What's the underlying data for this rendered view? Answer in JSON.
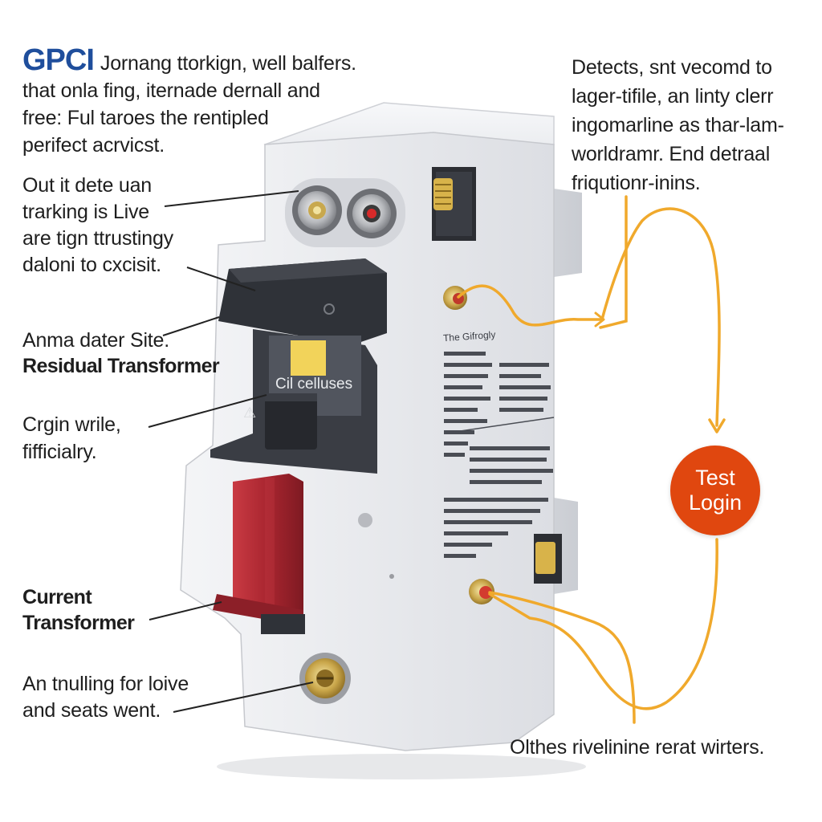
{
  "title": "GPCI",
  "intro_lines": [
    "Jornang ttorkign, well balfers.",
    "that onla fing, iternade dernall and",
    "free: Ful taroes the rentipled",
    "perifect acrvicst."
  ],
  "right_top_lines": [
    "Detects, snt vecomd to",
    "lager-tifile, an linty clerr",
    "ingomarline as thar-lam-",
    "worldramr. End detraal",
    "friqutionr-inins."
  ],
  "label_live_lines": [
    "Out it dete uan",
    "trarking is Live",
    "are tign ttrustingy",
    "daloni to cxcisit."
  ],
  "label_residual": {
    "line1": "Anma dater Site.",
    "bold": "Residual Transformer"
  },
  "label_crain_lines": [
    "Crgin wrile,",
    "fifficialry."
  ],
  "label_current_lines": [
    "Current",
    "Transformer"
  ],
  "label_tnulling_lines": [
    "An tnulling for loive",
    "and seats went."
  ],
  "bottom_right": "Olthes rivelinine rerat wirters.",
  "test_button": {
    "line1": "Test",
    "line2": "Login"
  },
  "device_window_label": "Cil celluses",
  "device_fine_print_top": "The Gifrogly",
  "colors": {
    "title_blue": "#1f4e9c",
    "badge_orange": "#e0470f",
    "wire_orange": "#f0a92c",
    "toggle_red": "#a8252f",
    "device_body": "#e9eaee",
    "device_dark": "#2f3238"
  },
  "icons": {
    "live_terminal": "silver-terminal-icon",
    "neutral_terminal": "red-terminal-icon",
    "load_screw": "brass-screw-icon"
  }
}
